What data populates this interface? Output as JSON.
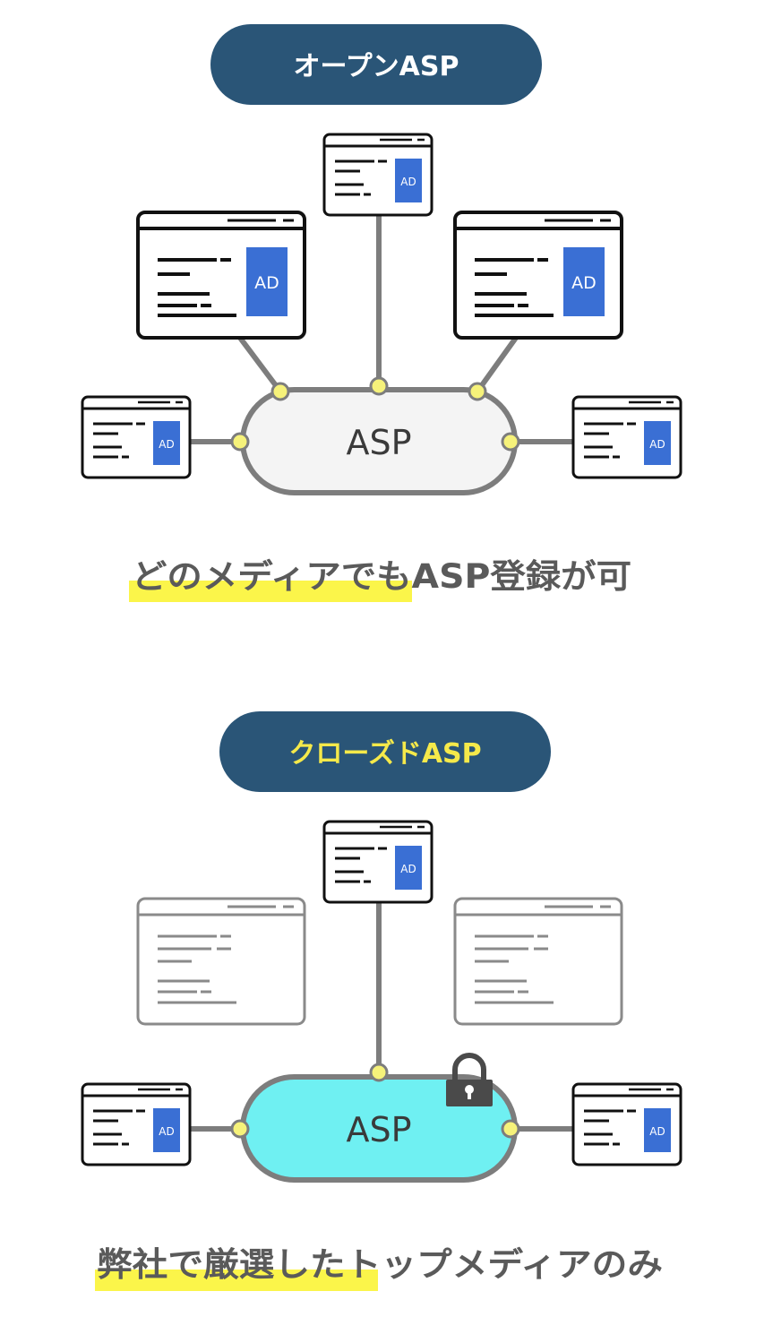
{
  "open_section": {
    "title": "オープンASP",
    "hub_label": "ASP",
    "ad_label": "AD",
    "caption": "どのメディアでもASP登録が可"
  },
  "closed_section": {
    "title": "クローズドASP",
    "hub_label": "ASP",
    "ad_label": "AD",
    "caption": "弊社で厳選したトップメディアのみ"
  },
  "colors": {
    "pill_bg": "#2a5577",
    "open_title": "#ffffff",
    "closed_title": "#f5e94a",
    "open_hub": "#f4f4f4",
    "closed_hub": "#6ff0f2",
    "connector": "#7d7d7d",
    "node": "#f6f27a",
    "ad_block": "#3a6fd4",
    "highlight": "#fbf54a",
    "lock": "#4a4a4a"
  },
  "icons": {
    "lock": "padlock-icon",
    "media": "browser-window-icon"
  }
}
